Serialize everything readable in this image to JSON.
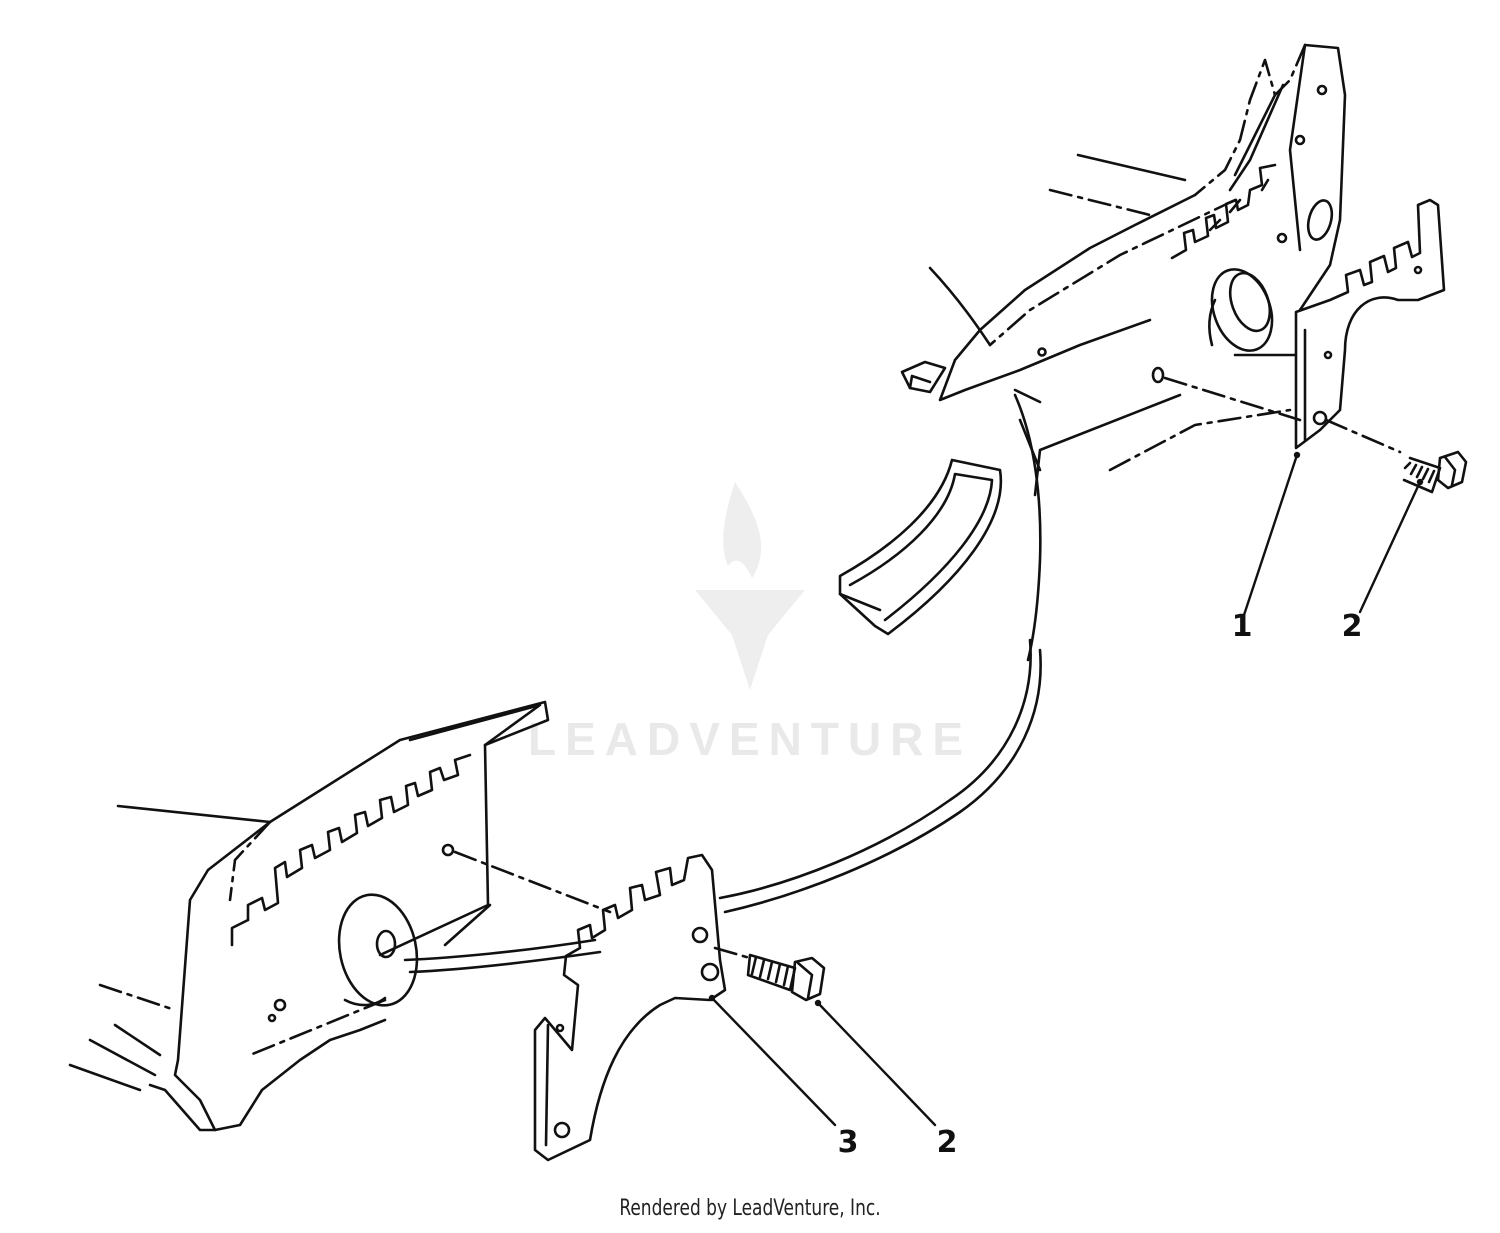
{
  "callouts": [
    {
      "id": "callout-1-right",
      "label": "1"
    },
    {
      "id": "callout-2-right",
      "label": "2"
    },
    {
      "id": "callout-3-left",
      "label": "3"
    },
    {
      "id": "callout-2-left",
      "label": "2"
    }
  ],
  "watermark": {
    "text": "LEADVENTURE"
  },
  "footer": {
    "text": "Rendered by LeadVenture, Inc."
  },
  "colors": {
    "line": "#111111",
    "watermark": "#e9e9e9",
    "background": "#ffffff"
  }
}
